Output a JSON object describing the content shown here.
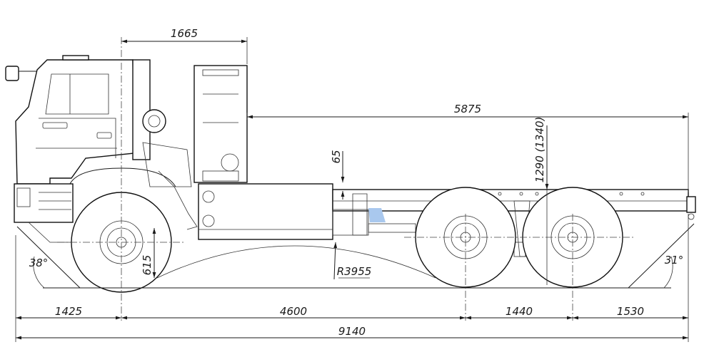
{
  "dimensions": {
    "cab_to_body": "1665",
    "wheelbase_rear": "5875",
    "frame_drop": "65",
    "frame_height": "1290 (1340)",
    "front_overhang": "1425",
    "wheelbase_main": "4600",
    "bogie_spacing": "1440",
    "rear_overhang": "1530",
    "overall_length": "9140",
    "ground_clearance": "615",
    "turning_radius": "R3955",
    "approach_angle": "38°",
    "departure_angle": "31°"
  },
  "colors": {
    "line": "#1a1a1a",
    "highlight": "#a9c8ee"
  }
}
